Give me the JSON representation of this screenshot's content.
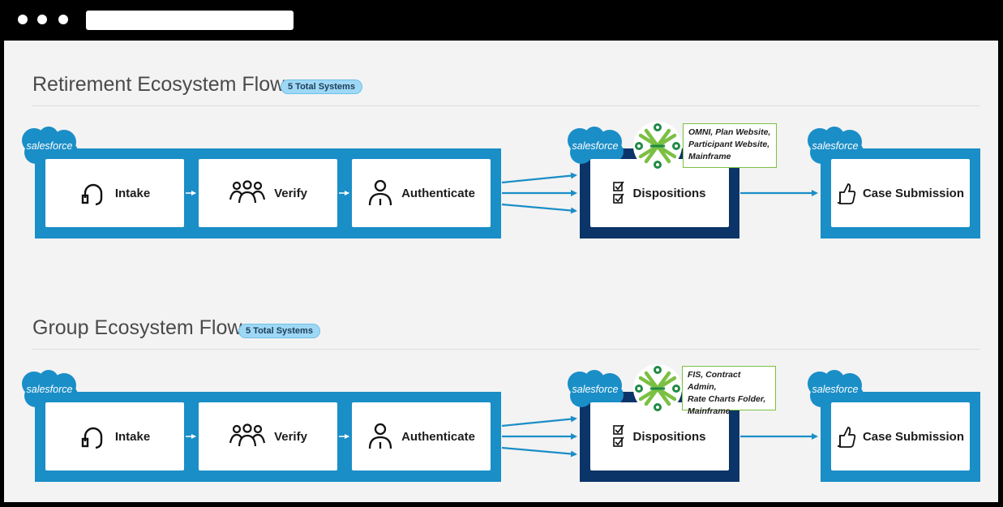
{
  "window": {
    "url": ""
  },
  "colors": {
    "band": "#1a8ec7",
    "band_dark": "#0b3468",
    "arrow": "#1a8ec7",
    "note_border": "#7bc043",
    "pill_bg": "#9fd8f5"
  },
  "flows": [
    {
      "title": "Retirement Ecosystem Flow",
      "badge": "5 Total Systems",
      "salesforce_label": "salesforce",
      "steps": {
        "intake": "Intake",
        "verify": "Verify",
        "authenticate": "Authenticate",
        "dispositions": "Dispositions",
        "case_submission": "Case Submission"
      },
      "systems_note": [
        "OMNI, Plan Website,",
        "Participant Website,",
        "Mainframe"
      ]
    },
    {
      "title": "Group Ecosystem Flow",
      "badge": "5 Total Systems",
      "salesforce_label": "salesforce",
      "steps": {
        "intake": "Intake",
        "verify": "Verify",
        "authenticate": "Authenticate",
        "dispositions": "Dispositions",
        "case_submission": "Case Submission"
      },
      "systems_note": [
        "FIS, Contract Admin,",
        "Rate Charts Folder,",
        "Mainframe"
      ]
    }
  ],
  "icons": [
    "headset-icon",
    "group-icon",
    "person-icon",
    "checklist-icon",
    "thumbs-up-icon",
    "salesforce-cloud-logo",
    "partner-logo"
  ]
}
